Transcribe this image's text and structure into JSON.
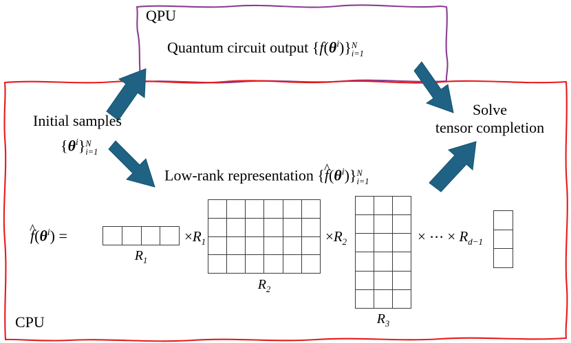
{
  "figure": {
    "kind": "hybrid quantum-classical workflow diagram",
    "background": "#ffffff"
  },
  "colors": {
    "qpu_border": "#8a3d8f",
    "cpu_border": "#e8191b",
    "arrow_fill": "#1f6283",
    "arrow_stroke": "#17556f",
    "grid_line": "#3a3a3a",
    "text": "#000000"
  },
  "boxes": {
    "qpu": {
      "label": "QPU"
    },
    "cpu": {
      "label": "CPU"
    }
  },
  "nodes": {
    "quantum_output": {
      "prefix": "Quantum circuit output",
      "set_open": "{",
      "func": "f",
      "arg_open": "(",
      "theta": "θ",
      "theta_sup": "i",
      "arg_close": ")",
      "set_close": "}",
      "sup": "N",
      "sub": "i=1"
    },
    "initial_samples": {
      "line1": "Initial samples",
      "set_open": "{",
      "theta": "θ",
      "theta_sup": "i",
      "set_close": "}",
      "sup": "N",
      "sub": "i=1"
    },
    "low_rank": {
      "prefix": "Low-rank representation",
      "set_open": "{",
      "func": "f",
      "hat": "̂",
      "hat_glyph": "^",
      "arg_open": "(",
      "theta": "θ",
      "theta_sup": "i",
      "arg_close": ")",
      "set_close": "}",
      "sup": "N",
      "sub": "i=1"
    },
    "solve": {
      "line1": "Solve",
      "line2": "tensor completion"
    }
  },
  "decomposition": {
    "lhs": {
      "hat_glyph": "^",
      "func": "f",
      "arg_open": "(",
      "theta": "θ",
      "theta_sup": "i",
      "arg_close": ")",
      "equals": "="
    },
    "factors": [
      {
        "name": "core-vector-1",
        "rows": 1,
        "cols": 4,
        "label": "R",
        "label_sub": "1",
        "label_position": "below"
      },
      {
        "name": "core-matrix-2",
        "rows": 4,
        "cols": 6,
        "label": "R",
        "label_sub": "2",
        "label_position": "below"
      },
      {
        "name": "core-matrix-3",
        "rows": 6,
        "cols": 3,
        "label": "R",
        "label_sub": "3",
        "label_position": "below"
      },
      {
        "name": "core-vector-last",
        "rows": 3,
        "cols": 1,
        "label": "",
        "label_sub": "",
        "label_position": "none"
      }
    ],
    "operators": [
      {
        "name": "times-r1",
        "times": "×",
        "operand": "R",
        "operand_sub": "1"
      },
      {
        "name": "times-r2",
        "times": "×",
        "operand": "R",
        "operand_sub": "2"
      },
      {
        "name": "times-ellipsis-rd",
        "times": "×",
        "ellipsis": "⋯",
        "times2": "×",
        "operand": "R",
        "operand_sub": "d−1"
      }
    ]
  },
  "arrows": [
    {
      "name": "arrow-samples-to-quantum",
      "from": "Initial samples",
      "to": "Quantum circuit output",
      "direction": "up-right"
    },
    {
      "name": "arrow-quantum-to-solve",
      "from": "Quantum circuit output",
      "to": "Solve tensor completion",
      "direction": "down-right"
    },
    {
      "name": "arrow-samples-to-lowrank",
      "from": "Initial samples",
      "to": "Low-rank representation",
      "direction": "down-right"
    },
    {
      "name": "arrow-lowrank-to-solve",
      "from": "Low-rank representation",
      "to": "Solve tensor completion",
      "direction": "up-right"
    }
  ]
}
